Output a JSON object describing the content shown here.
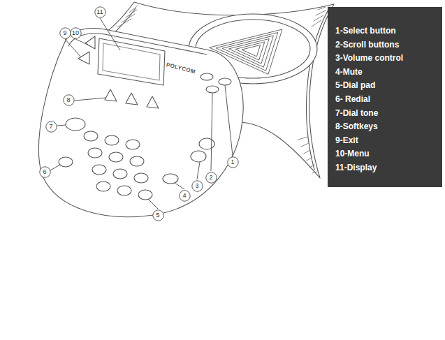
{
  "diagram": {
    "nodes": [
      {
        "text": [
          "11"
        ]
      },
      {
        "text": [
          "9"
        ]
      },
      {
        "text": [
          "10"
        ]
      },
      {
        "text": [
          "8"
        ]
      },
      {
        "text": [
          "7"
        ]
      },
      {
        "text": [
          "1"
        ]
      },
      {
        "text": [
          "6"
        ]
      },
      {
        "text": [
          "2"
        ]
      },
      {
        "text": [
          "3"
        ]
      },
      {
        "text": [
          "4"
        ]
      },
      {
        "text": [
          "5"
        ]
      },
      {
        "text": [
          "1-Select button",
          "2-Scroll buttons",
          "3-Volume control",
          "4-Mute",
          "5-Dial pad",
          "6- Redial",
          "7-Dial tone",
          "8-Softkeys",
          "9-Exit",
          "10-Menu",
          "11-Display"
        ]
      }
    ],
    "labels": [
      "POLYCOM"
    ]
  }
}
